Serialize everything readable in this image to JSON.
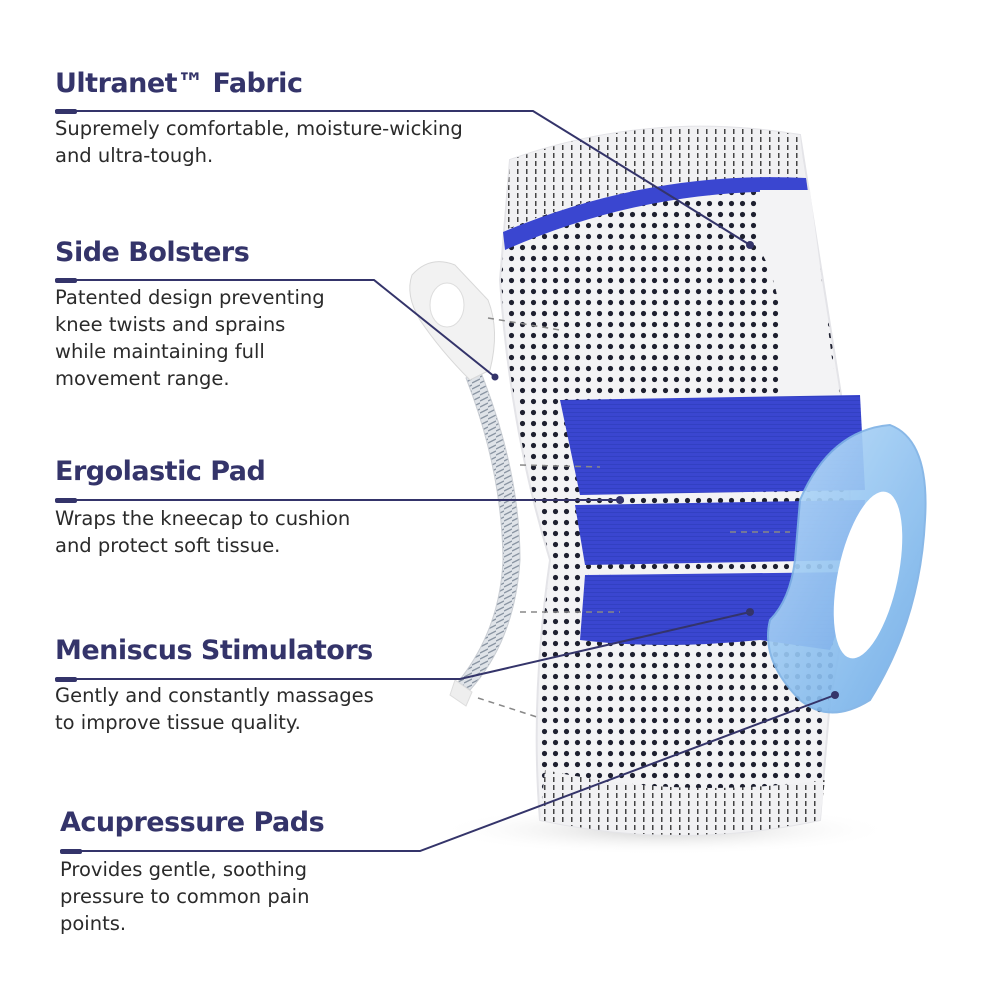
{
  "colors": {
    "heading": "#34346a",
    "line": "#34346a",
    "body_text": "#2a2a2a",
    "fabric_blue": "#3a46d0",
    "dots": "#1e2030",
    "gel_blue": "#8ec1f0"
  },
  "features": [
    {
      "title": "Ultranet™ Fabric",
      "description": "Supremely comfortable, moisture-wicking\nand ultra-tough."
    },
    {
      "title": "Side Bolsters",
      "description": "Patented design preventing\nknee twists and sprains\nwhile maintaining full\nmovement range."
    },
    {
      "title": "Ergolastic Pad",
      "description": "Wraps the kneecap to cushion\nand protect soft tissue."
    },
    {
      "title": "Meniscus Stimulators",
      "description": "Gently and constantly massages\nto improve tissue quality."
    },
    {
      "title": "Acupressure Pads",
      "description": "Provides gentle, soothing\npressure to common pain\npoints."
    }
  ]
}
